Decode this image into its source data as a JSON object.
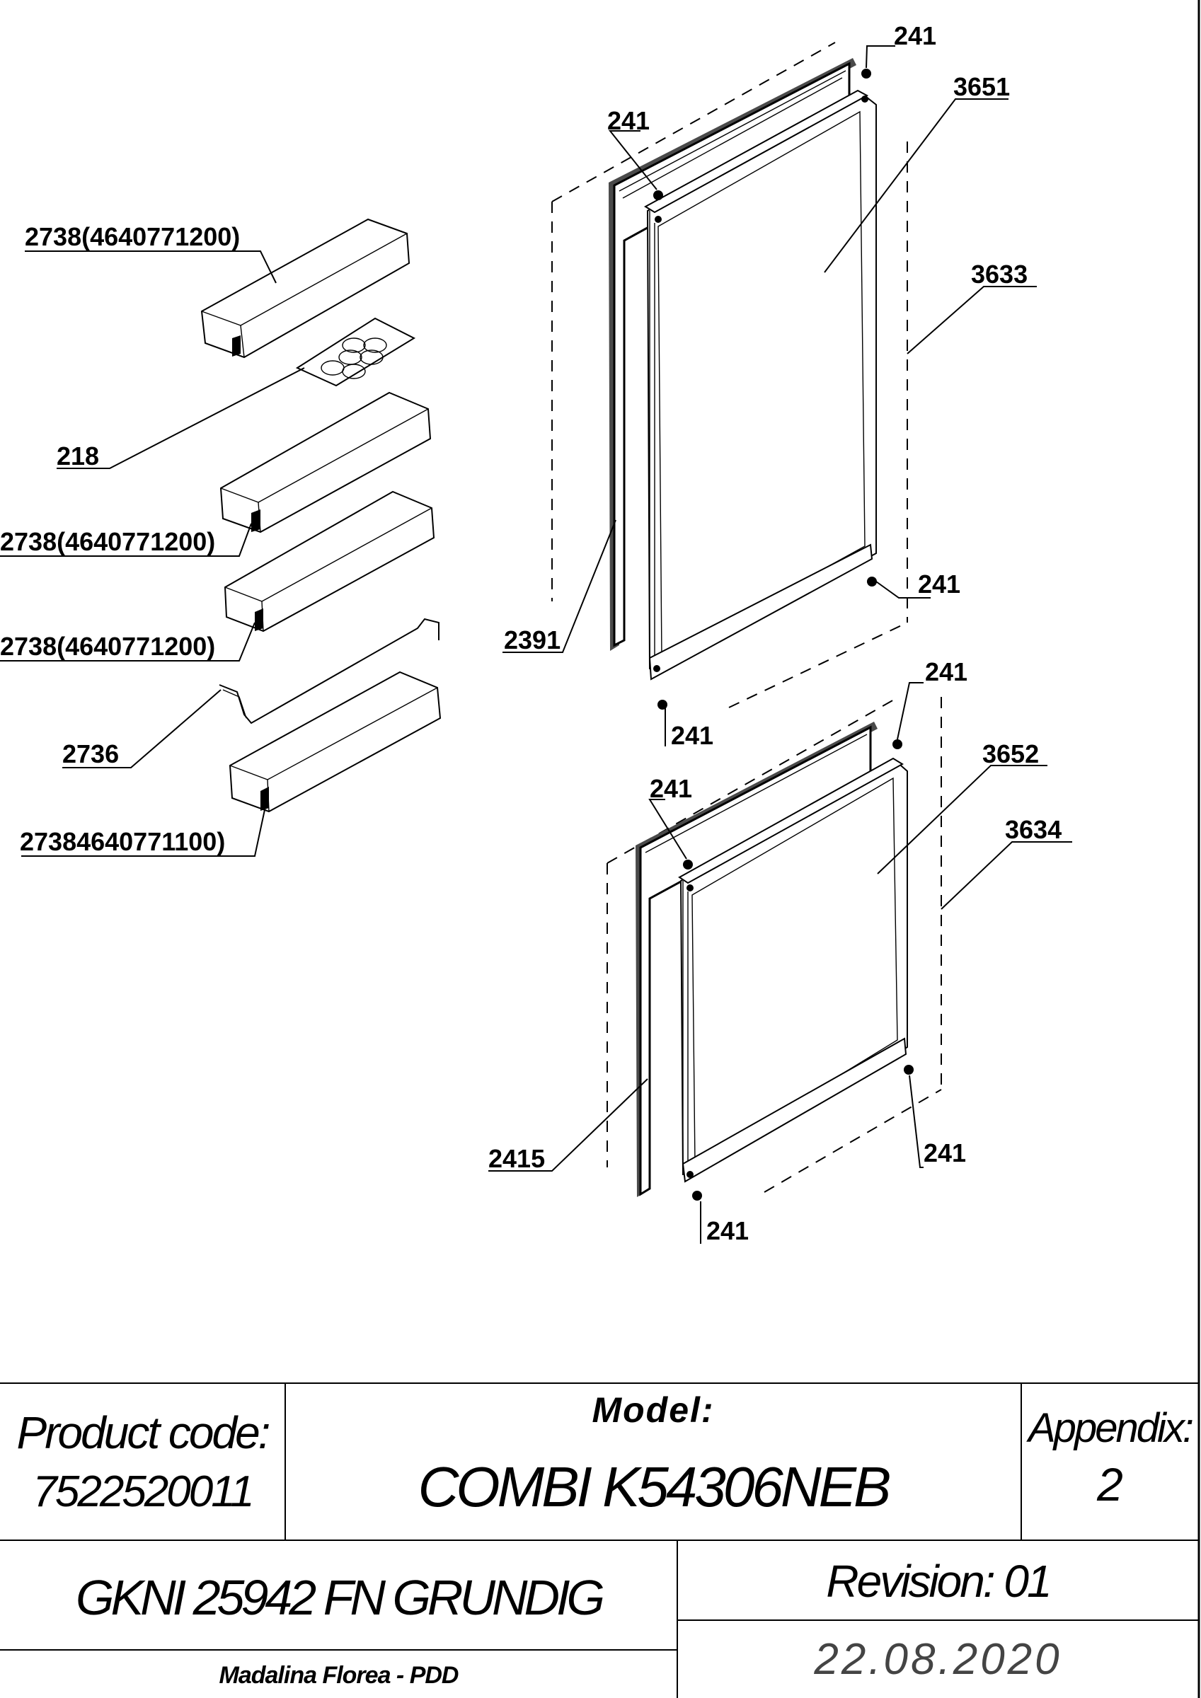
{
  "callouts": {
    "door_top_hinge_top": "241",
    "door_top_hinge_left": "241",
    "door_top_hinge_bottom_right": "241",
    "door_top_hinge_bottom_left": "241",
    "door_bottom_hinge_top": "241",
    "door_bottom_hinge_left": "241",
    "door_bottom_hinge_bottom_right": "241",
    "door_bottom_hinge_bottom_left": "241",
    "door_panel_upper": "3651",
    "door_frame_upper": "3633",
    "gasket_upper": "2391",
    "door_panel_lower": "3652",
    "door_frame_lower": "3634",
    "gasket_lower": "2415",
    "shelf_1": "2738(4640771200)",
    "egg_tray": "218",
    "shelf_2": "2738(4640771200)",
    "shelf_3": "2738(4640771200)",
    "bottle_retainer": "2736",
    "shelf_4": "27384640771100)"
  },
  "title_block": {
    "product_code_label": "Product code:",
    "product_code_value": "7522520011",
    "model_label": "Model:",
    "model_value": "COMBI K54306NEB",
    "appendix_label": "Appendix:",
    "appendix_value": "2",
    "product_name": "GKNI 25942 FN GRUNDIG",
    "revision": "Revision: 01",
    "date": "22.08.2020",
    "author": "Madalina Florea - PDD"
  }
}
